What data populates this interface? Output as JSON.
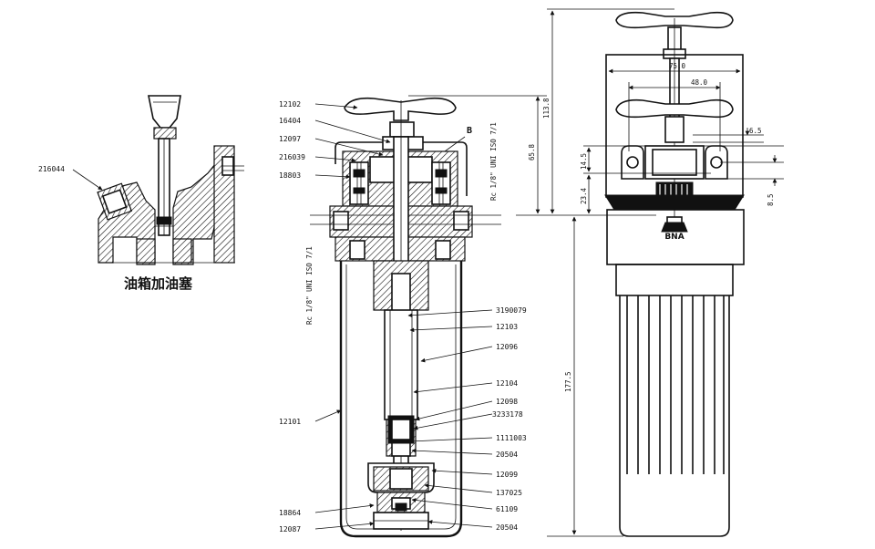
{
  "inset": {
    "caption": "油箱加油塞",
    "part_label": "216044"
  },
  "section_labels_left": [
    {
      "id": "12102"
    },
    {
      "id": "16404"
    },
    {
      "id": "12097"
    },
    {
      "id": "216039"
    },
    {
      "id": "18803"
    },
    {
      "id": "12101"
    },
    {
      "id": "18864"
    },
    {
      "id": "12087"
    }
  ],
  "section_labels_right": [
    {
      "id": "3190079"
    },
    {
      "id": "12103"
    },
    {
      "id": "12096"
    },
    {
      "id": "12104"
    },
    {
      "id": "12098"
    },
    {
      "id": "3233178"
    },
    {
      "id": "1111003"
    },
    {
      "id": "20504"
    },
    {
      "id": "12099"
    },
    {
      "id": "137025"
    },
    {
      "id": "61109"
    },
    {
      "id": "20504"
    }
  ],
  "detail_marker": "B",
  "thread_note_top": "Rc 1/8\" UNI ISO 7/1",
  "thread_note_side": "Rc 1/8\" UNI ISO 7/1",
  "dimensions": {
    "d_1138": "113.8",
    "d_658": "65.8",
    "d_1775": "177.5",
    "d_750": "75.0",
    "d_480": "48.0",
    "d_65": "6.5",
    "d_145": "14.5",
    "d_234": "23.4",
    "d_85": "8.5"
  },
  "brand_mark": "BNA"
}
